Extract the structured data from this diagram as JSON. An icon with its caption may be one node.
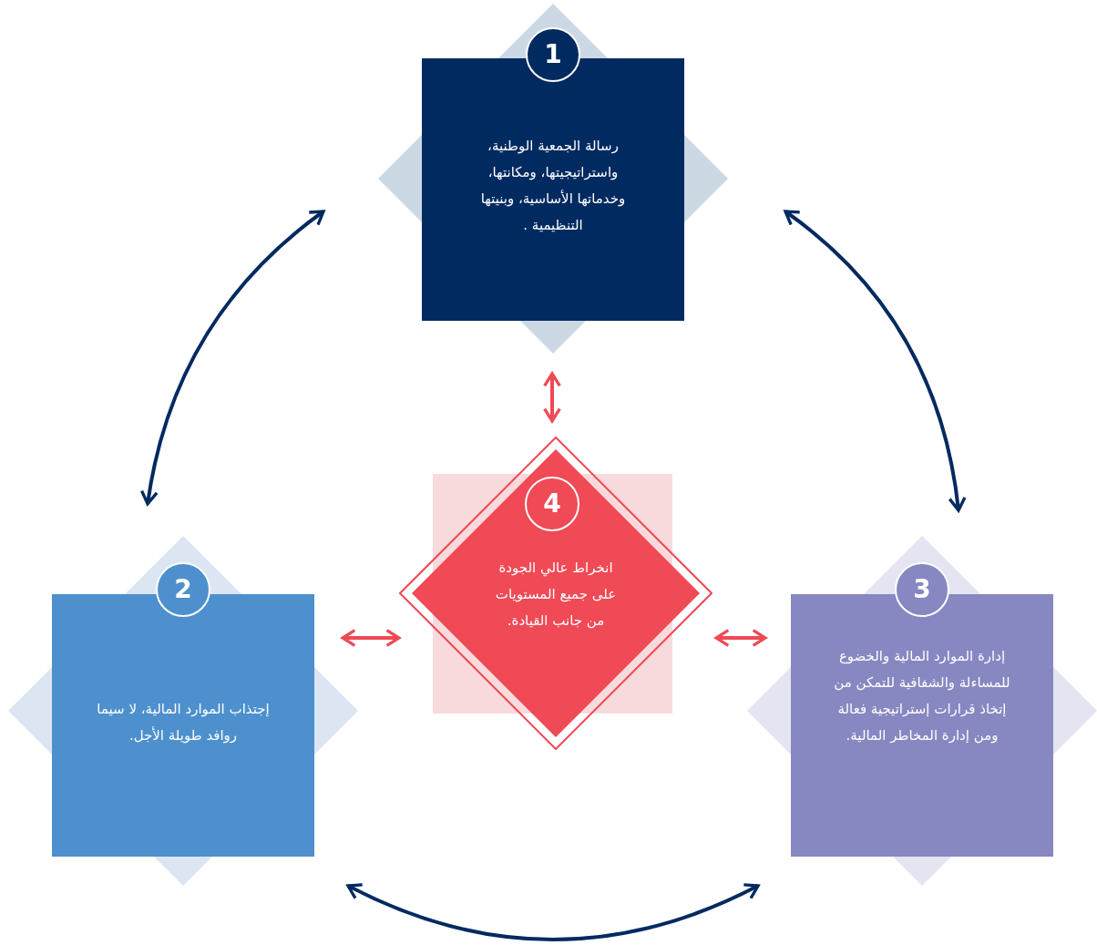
{
  "diagram": {
    "nodes": [
      {
        "text": [
          "1",
          "رسالة الجمعية الوطنية، واستراتيجيتها، ومكانتها، وخدماتها الأساسية، وبنيتها التنظيمية ."
        ]
      },
      {
        "text": [
          "2",
          "إجتذاب الموارد المالية، لا سيما روافد طويلة الأجل."
        ]
      },
      {
        "text": [
          "4",
          "انخراط عالي الجودة على جميع المستويات من جانب القيادة."
        ]
      },
      {
        "text": [
          "3",
          "إدارة الموارد المالية والخضوع للمساءلة والشفافية للتمكن من إتخاذ قرارات إستراتيجية فعالة ومن إدارة المخاطر المالية."
        ]
      }
    ],
    "edges": [
      {
        "from": 0,
        "to": 1,
        "arrow": "both",
        "color": "#002a60"
      },
      {
        "from": 0,
        "to": 3,
        "arrow": "both",
        "color": "#002a60"
      },
      {
        "from": 1,
        "to": 3,
        "arrow": "both",
        "color": "#002a60"
      },
      {
        "from": 0,
        "to": 2,
        "arrow": "both",
        "color": "#ef4a56"
      },
      {
        "from": 1,
        "to": 2,
        "arrow": "both",
        "color": "#ef4a56"
      },
      {
        "from": 2,
        "to": 3,
        "arrow": "both",
        "color": "#ef4a56"
      }
    ]
  }
}
